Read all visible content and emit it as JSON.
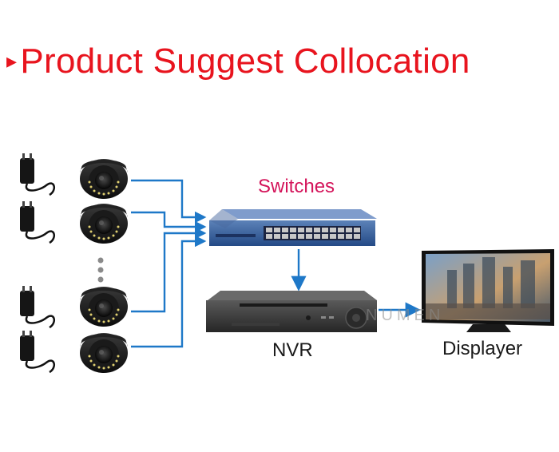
{
  "title": {
    "bullet": "▸",
    "text": "Product Suggest Collocation"
  },
  "labels": {
    "switch": "Switches",
    "nvr": "NVR",
    "display": "Displayer"
  },
  "watermark": "NUMEN",
  "colors": {
    "title": "#e8141e",
    "switch_label": "#d4145a",
    "arrow": "#1e78c8",
    "text": "#1a1a1a"
  },
  "icons": {
    "power_adapter": "power-adapter-icon",
    "camera": "dome-camera-icon",
    "switch": "network-switch-icon",
    "nvr": "nvr-recorder-icon",
    "display": "monitor-icon"
  }
}
